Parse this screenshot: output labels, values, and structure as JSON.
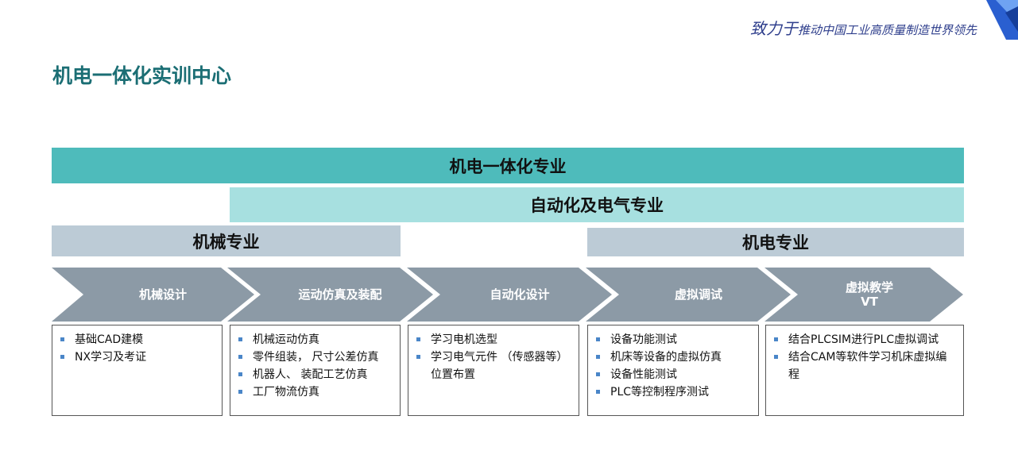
{
  "header": {
    "slogan_big": "致力于",
    "slogan_small": "推动中国工业高质量制造世界领先"
  },
  "title": "机电一体化实训中心",
  "bands": {
    "top": "机电一体化专业",
    "mid": "自动化及电气专业",
    "left": "机械专业",
    "right": "机电专业"
  },
  "stages": [
    {
      "label": "机械设计",
      "sublabel": ""
    },
    {
      "label": "运动仿真及装配",
      "sublabel": ""
    },
    {
      "label": "自动化设计",
      "sublabel": ""
    },
    {
      "label": "虚拟调试",
      "sublabel": ""
    },
    {
      "label": "虚拟教学",
      "sublabel": "VT"
    }
  ],
  "boxes": [
    {
      "items": [
        "基础CAD建模",
        "NX学习及考证"
      ]
    },
    {
      "items": [
        "机械运动仿真",
        "零件组装， 尺寸公差仿真",
        "机器人、 装配工艺仿真",
        "工厂物流仿真"
      ]
    },
    {
      "items": [
        "学习电机选型",
        "学习电气元件 （传感器等）位置布置"
      ]
    },
    {
      "items": [
        "设备功能测试",
        "机床等设备的虚拟仿真",
        "设备性能测试",
        "PLC等控制程序测试"
      ]
    },
    {
      "items": [
        "结合PLCSIM进行PLC虚拟调试",
        "结合CAM等软件学习机床虚拟编程"
      ]
    }
  ],
  "colors": {
    "title": "#1b6e74",
    "band_top": "#4ebbbb",
    "band_mid": "#a7e0e0",
    "band_side": "#bccbd6",
    "chevron": "#8c9aa6",
    "bullet": "#4a86c8",
    "slogan": "#2e3e8c"
  }
}
